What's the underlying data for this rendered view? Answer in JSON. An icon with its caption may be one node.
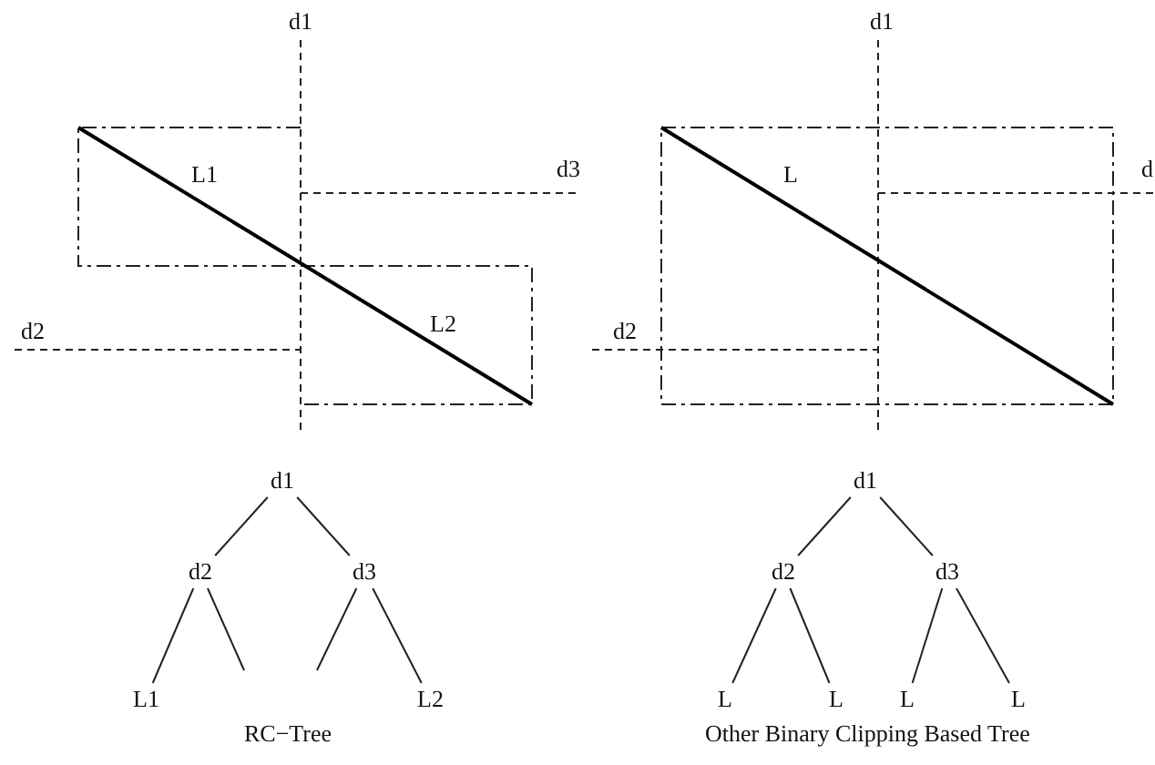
{
  "diagram": {
    "nodes": [
      {
        "text": [
          "d1"
        ]
      },
      {
        "text": [
          "d2"
        ]
      },
      {
        "text": [
          "d3"
        ]
      },
      {
        "text": [
          "L1"
        ]
      },
      {
        "text": [
          "L2"
        ]
      },
      {
        "text": [
          "d1"
        ]
      },
      {
        "text": [
          "d2"
        ]
      },
      {
        "text": [
          "d3"
        ]
      },
      {
        "text": [
          "L"
        ]
      },
      {
        "text": [
          "L"
        ]
      },
      {
        "text": [
          "L"
        ]
      },
      {
        "text": [
          "L"
        ]
      }
    ],
    "edges": [
      {
        "from": 0,
        "to": 1,
        "arrow": "none"
      },
      {
        "from": 0,
        "to": 2,
        "arrow": "none"
      },
      {
        "from": 1,
        "to": 3,
        "arrow": "none"
      },
      {
        "from": 1,
        "to": null,
        "arrow": "none"
      },
      {
        "from": 2,
        "to": null,
        "arrow": "none"
      },
      {
        "from": 2,
        "to": 4,
        "arrow": "none"
      },
      {
        "from": 5,
        "to": 6,
        "arrow": "none"
      },
      {
        "from": 5,
        "to": 7,
        "arrow": "none"
      },
      {
        "from": 6,
        "to": 8,
        "arrow": "none"
      },
      {
        "from": 6,
        "to": 9,
        "arrow": "none"
      },
      {
        "from": 7,
        "to": 10,
        "arrow": "none"
      },
      {
        "from": 7,
        "to": 11,
        "arrow": "none"
      }
    ],
    "labels": [
      "d1",
      "L1",
      "d3",
      "d2",
      "L2",
      "d1",
      "L",
      "d",
      "d2",
      "RC−Tree",
      "Other Binary Clipping Based Tree"
    ]
  }
}
